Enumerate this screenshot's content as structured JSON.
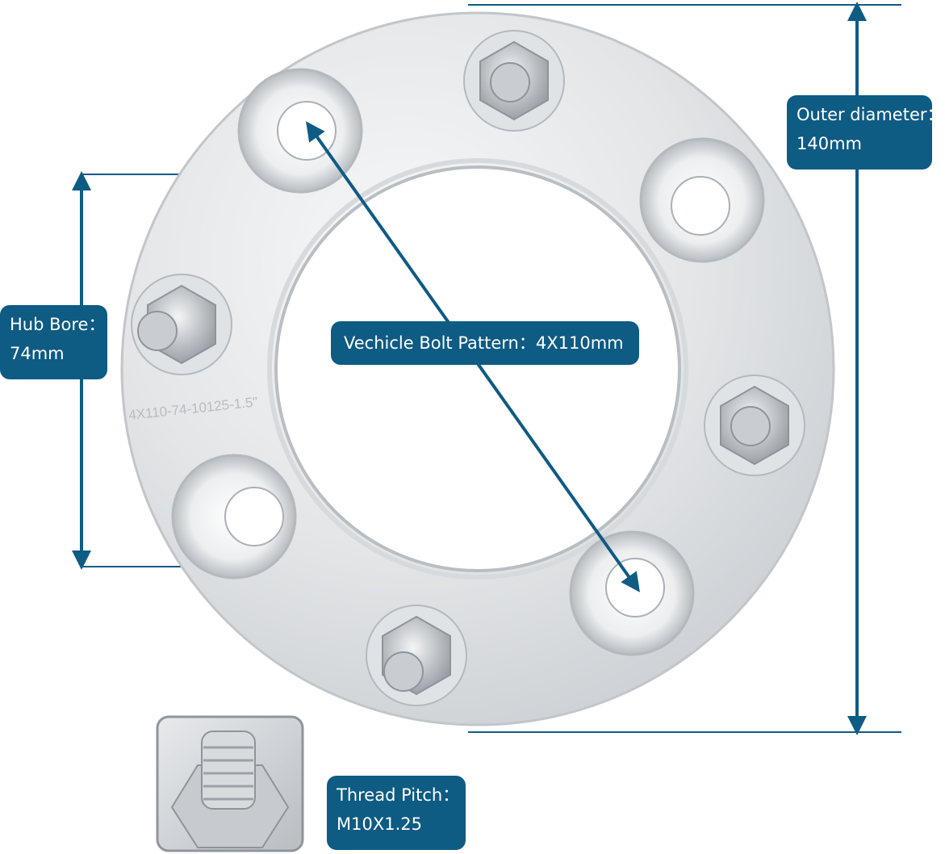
{
  "engraving": "4X110-74-10125-1.5\"",
  "labels": {
    "outer": {
      "title": "Outer diameter：",
      "value": "140mm"
    },
    "hub": {
      "title": "Hub Bore：",
      "value": "74mm"
    },
    "bolt": {
      "text": "Vechicle Bolt Pattern：4X110mm"
    },
    "thread": {
      "title": "Thread Pitch：",
      "value": "M10X1.25"
    }
  },
  "colors": {
    "accent": "#0e5b84",
    "metal_light": "#f2f3f4",
    "metal_mid": "#d3d6d9",
    "metal_dark": "#a9aeb3"
  },
  "icons": [
    "arrow-icon",
    "bolt-icon",
    "hole-icon"
  ]
}
